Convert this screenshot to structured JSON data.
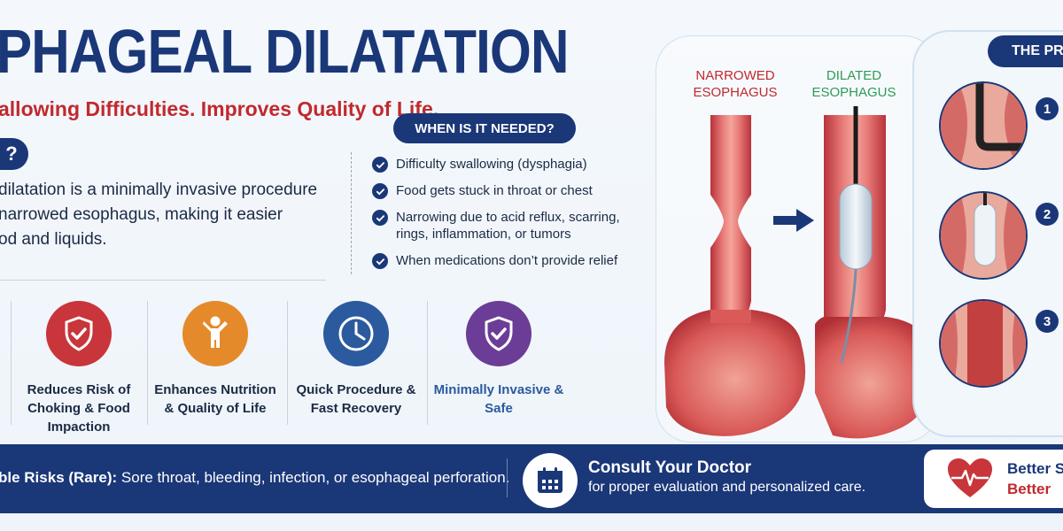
{
  "header": {
    "title": "PHAGEAL DILATATION",
    "subtitle": "allowing Difficulties. Improves Quality of Life."
  },
  "what": {
    "badge": "?",
    "lines": [
      "dilatation is a minimally invasive procedure",
      "narrowed esophagus, making it easier",
      "od and liquids."
    ]
  },
  "when": {
    "heading": "WHEN IS IT NEEDED?",
    "items": [
      "Difficulty swallowing (dysphagia)",
      "Food gets stuck in throat or chest",
      "Narrowing due to acid reflux, scarring, rings, inflammation, or tumors",
      "When medications don’t provide relief"
    ]
  },
  "benefits": [
    {
      "label": "Reduces Risk of Choking & Food Impaction",
      "icon": "shield-check-icon",
      "color": "#c8353a"
    },
    {
      "label": "Enhances Nutrition & Quality of Life",
      "icon": "person-icon",
      "color": "#e58a2b"
    },
    {
      "label": "Quick Procedure & Fast Recovery",
      "icon": "clock-icon",
      "color": "#2b5a9e"
    },
    {
      "label": "Minimally Invasive & Safe",
      "icon": "shield-check-icon",
      "color": "#6b3d96"
    }
  ],
  "illustration": {
    "narrowed_label": "NARROWED ESOPHAGUS",
    "dilated_label": "DILATED ESOPHAGUS",
    "arrow_icon": "arrow-right-icon"
  },
  "process": {
    "heading": "THE PR",
    "steps": [
      "1",
      "2",
      "3"
    ]
  },
  "footer": {
    "risks_label": "ble Risks (Rare):",
    "risks_text": " Sore throat, bleeding, infection, or esophageal perforation.",
    "consult_title": "Consult Your Doctor",
    "consult_sub": "for proper evaluation and personalized care.",
    "better_line1": "Better S",
    "better_line2": "Better"
  },
  "colors": {
    "navy": "#1a3778",
    "red": "#c0292e",
    "green": "#2e9a55"
  }
}
